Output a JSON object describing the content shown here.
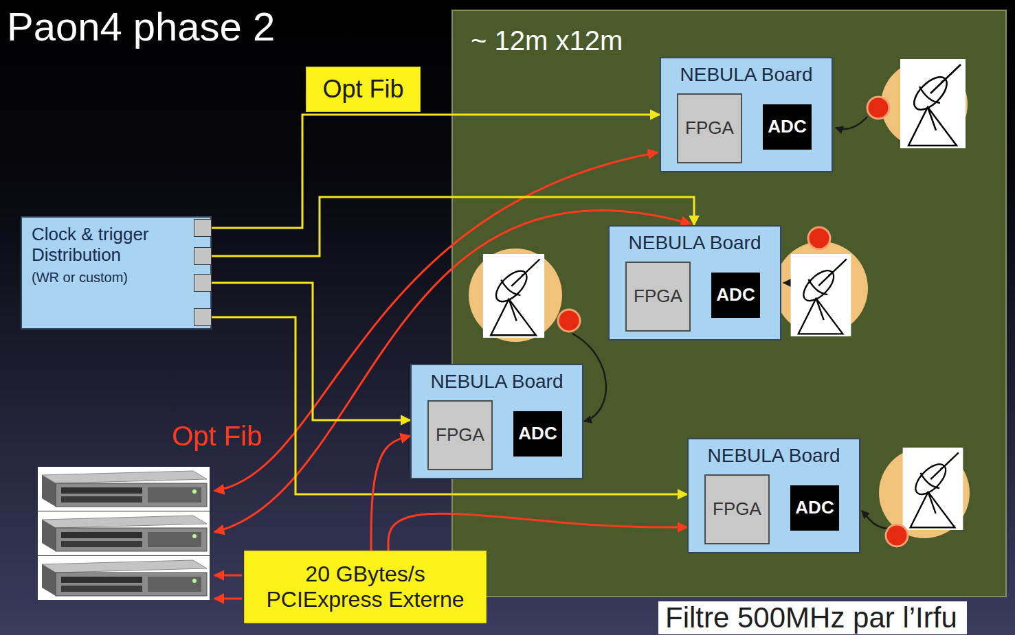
{
  "diagram": {
    "title": "Paon4 phase 2",
    "nodes": [
      {
        "text": [
          "~ 12m x12m"
        ]
      },
      {
        "text": [
          "NEBULA Board"
        ],
        "in": 0
      },
      {
        "text": [
          "FPGA"
        ],
        "in": 1
      },
      {
        "text": [
          "ADC"
        ],
        "in": 1
      },
      {
        "text": [
          "NEBULA Board"
        ],
        "in": 0
      },
      {
        "text": [
          "FPGA"
        ],
        "in": 4
      },
      {
        "text": [
          "ADC"
        ],
        "in": 4
      },
      {
        "text": [
          "NEBULA Board"
        ],
        "in": 0
      },
      {
        "text": [
          "FPGA"
        ],
        "in": 7
      },
      {
        "text": [
          "ADC"
        ],
        "in": 7
      },
      {
        "text": [
          "NEBULA Board"
        ],
        "in": 0
      },
      {
        "text": [
          "FPGA"
        ],
        "in": 10
      },
      {
        "text": [
          "ADC"
        ],
        "in": 10
      },
      {
        "text": [
          "Opt Fib"
        ]
      },
      {
        "text": [
          "Clock & trigger Distribution",
          "(WR or custom)"
        ]
      },
      {
        "text": [
          "20 GBytes/s PCIExpress Externe"
        ]
      }
    ],
    "edges": [
      {
        "from": 14,
        "to": 1,
        "arrow": "to"
      },
      {
        "from": 14,
        "to": 4,
        "arrow": "to"
      },
      {
        "from": 14,
        "to": 7,
        "arrow": "to"
      },
      {
        "from": 14,
        "to": 10,
        "arrow": "to"
      },
      {
        "from": 15,
        "to": 7,
        "arrow": "to"
      },
      {
        "from": 15,
        "to": 10,
        "arrow": "to"
      }
    ],
    "labels": [
      "Opt Fib",
      "Filtre 500MHz par l’Irfu"
    ]
  }
}
